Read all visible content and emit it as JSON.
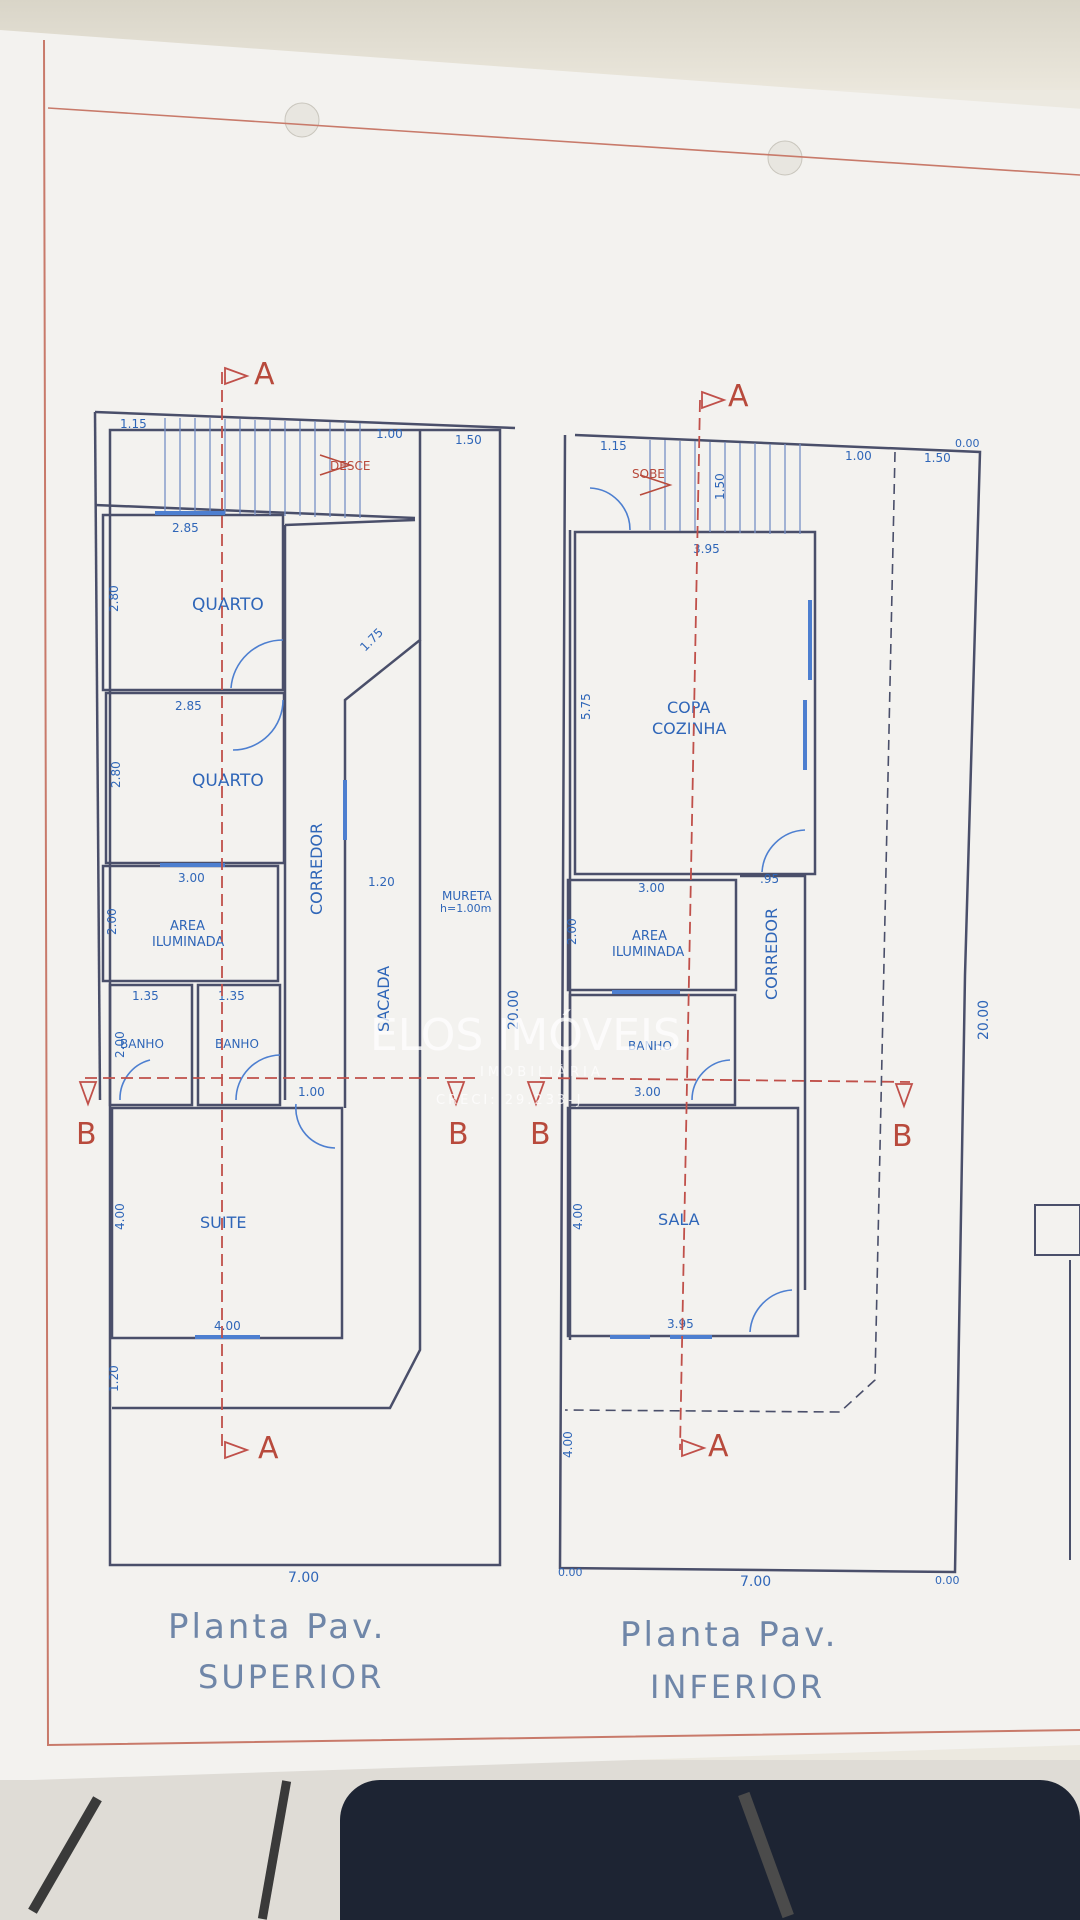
{
  "upper": {
    "rooms": {
      "quarto1": "QUARTO",
      "quarto2": "QUARTO",
      "area1": "AREA",
      "area2": "ILUMINADA",
      "banho1": "BANHO",
      "banho2": "BANHO",
      "suite": "SUITE",
      "corredor": "CORREDOR",
      "sacada": "SACADA",
      "mureta1": "MURETA",
      "mureta2": "h=1.00m",
      "desce": "DESCE"
    },
    "dims": {
      "d115": "1.15",
      "d100a": "1.00",
      "d150": "1.50",
      "d285a": "2.85",
      "d280a": "2.80",
      "d175": "1.75",
      "d285b": "2.85",
      "d280b": "2.80",
      "d300": "3.00",
      "d200": "2.00",
      "d120": "1.20",
      "d135a": "1.35",
      "d135b": "1.35",
      "d200b": "2.00",
      "d100b": "1.00",
      "d400": "4.00",
      "d400b": "4.00",
      "d120b": "1.20",
      "d2000": "20.00",
      "d700": "7.00"
    },
    "title1": "Planta Pav.",
    "title2": "SUPERIOR"
  },
  "lower": {
    "rooms": {
      "copa": "COPA",
      "cozinha": "COZINHA",
      "area1": "AREA",
      "area2": "ILUMINADA",
      "banho": "BANHO",
      "sala": "SALA",
      "corredor": "CORREDOR",
      "sobe": "SOBE"
    },
    "dims": {
      "d115": "1.15",
      "d150a": "1.50",
      "d395": "3.95",
      "d100": "1.00",
      "d150b": "1.50",
      "d000a": "0.00",
      "d575": "5.75",
      "d300": "3.00",
      "d95": ".95",
      "d200": "2.00",
      "d300b": "3.00",
      "d400": "4.00",
      "d395b": "3.95",
      "d400b": "4.00",
      "d2000": "20.00",
      "d000b": "0.00",
      "d700": "7.00",
      "d000c": "0.00"
    },
    "title1": "Planta Pav.",
    "title2": "INFERIOR"
  },
  "sections": {
    "a": "A",
    "b": "B"
  },
  "watermark": {
    "brand": "ELOS IMÓVEIS",
    "sub": "IMOBILIÁRIA",
    "creci": "CRECI: 29.233-J"
  }
}
